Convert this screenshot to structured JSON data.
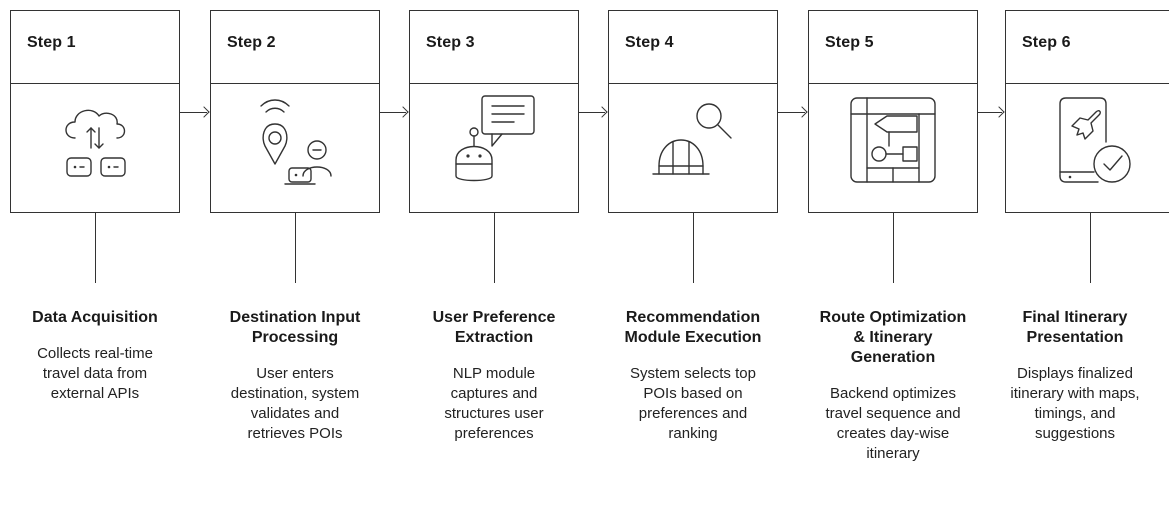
{
  "steps": [
    {
      "label": "Step 1",
      "icon": "cloud-sync-icon",
      "title": "Data Acquisition",
      "description": "Collects real-time\ntravel data from\nexternal APIs"
    },
    {
      "label": "Step 2",
      "icon": "location-input-icon",
      "title": "Destination Input\nProcessing",
      "description": "User enters\ndestination, system\nvalidates and\nretrieves POIs"
    },
    {
      "label": "Step 3",
      "icon": "robot-chat-icon",
      "title": "User Preference\nExtraction",
      "description": "NLP module\ncaptures and\nstructures user\npreferences"
    },
    {
      "label": "Step 4",
      "icon": "search-module-icon",
      "title": "Recommendation\nModule Execution",
      "description": "System selects top\nPOIs based on\npreferences and\nranking"
    },
    {
      "label": "Step 5",
      "icon": "route-flowchart-icon",
      "title": "Route Optimization\n& Itinerary\nGeneration",
      "description": "Backend optimizes\ntravel sequence and\ncreates day-wise\nitinerary"
    },
    {
      "label": "Step 6",
      "icon": "itinerary-confirm-icon",
      "title": "Final Itinerary\nPresentation",
      "description": "Displays finalized\nitinerary with maps,\ntimings, and\nsuggestions"
    }
  ]
}
